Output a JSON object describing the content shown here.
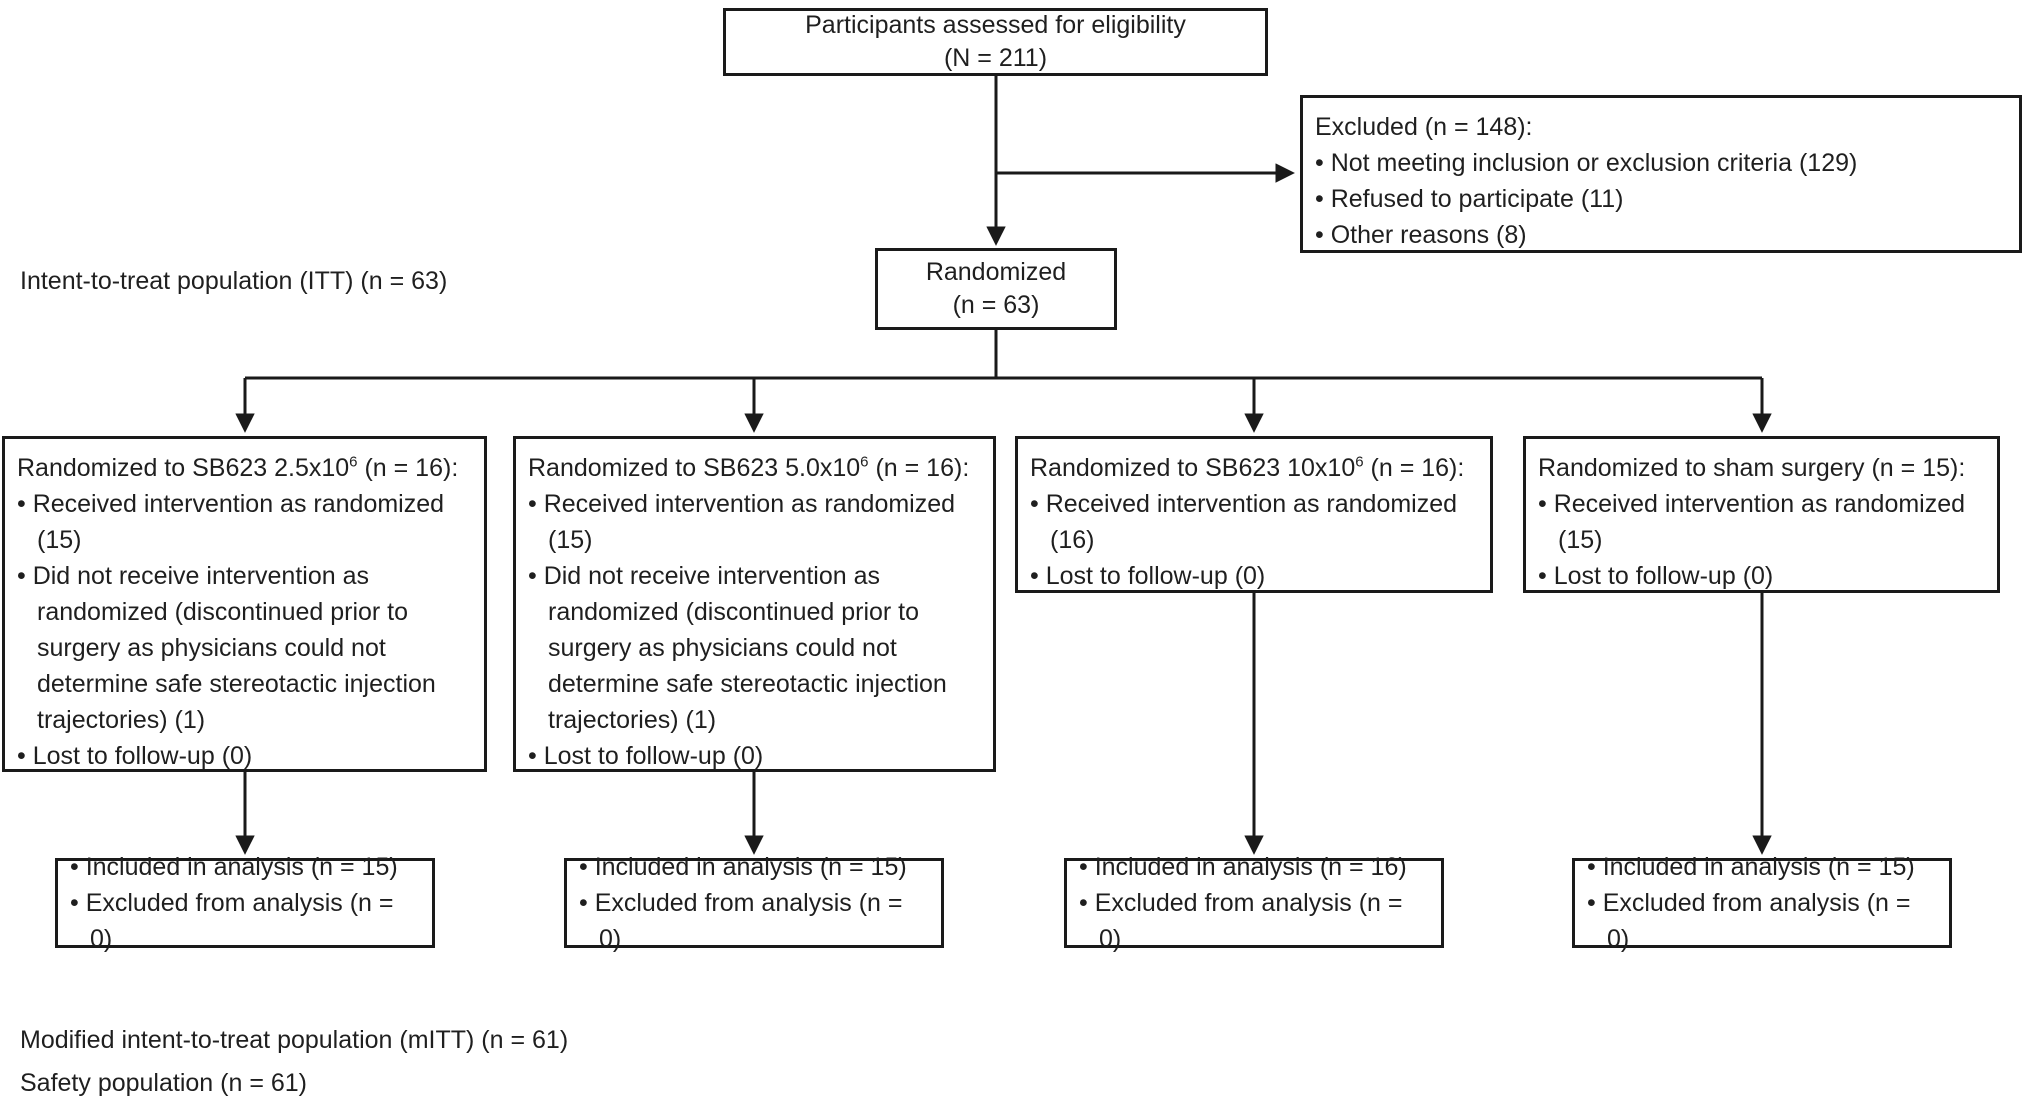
{
  "eligibility_box": {
    "line1": "Participants assessed for eligibility",
    "line2": "(N = 211)"
  },
  "excluded_box": {
    "title": "Excluded (n = 148):",
    "items": [
      "• Not meeting inclusion or exclusion criteria (129)",
      "• Refused to participate (11)",
      "• Other reasons (8)"
    ]
  },
  "itt_label": "Intent-to-treat population (ITT) (n = 63)",
  "randomized_box": {
    "line1": "Randomized",
    "line2": "(n = 63)"
  },
  "arms": [
    {
      "title_pre": "Randomized to SB623 2.5x10",
      "title_sup": "6",
      "title_post": " (n = 16):",
      "items": [
        "• Received intervention as randomized (15)",
        "• Did not receive intervention as randomized (discontinued prior to surgery as physicians could not determine safe stereotactic injection trajectories) (1)",
        "• Lost to follow-up (0)"
      ],
      "analysis": [
        "• Included in analysis (n = 15)",
        "• Excluded from analysis (n = 0)"
      ]
    },
    {
      "title_pre": "Randomized to SB623 5.0x10",
      "title_sup": "6",
      "title_post": " (n = 16):",
      "items": [
        "• Received intervention as randomized (15)",
        "• Did not receive intervention as randomized (discontinued prior to surgery as physicians could not determine safe stereotactic injection trajectories) (1)",
        "• Lost to follow-up (0)"
      ],
      "analysis": [
        "• Included in analysis (n = 15)",
        "• Excluded from analysis (n = 0)"
      ]
    },
    {
      "title_pre": "Randomized to SB623 10x10",
      "title_sup": "6",
      "title_post": " (n = 16):",
      "items": [
        "• Received intervention as randomized (16)",
        "• Lost to follow-up (0)"
      ],
      "analysis": [
        "• Included in analysis (n = 16)",
        "• Excluded from analysis (n = 0)"
      ]
    },
    {
      "title_pre": "Randomized to sham surgery (n = 15):",
      "title_sup": "",
      "title_post": "",
      "items": [
        "• Received intervention as randomized (15)",
        "• Lost to follow-up (0)"
      ],
      "analysis": [
        "• Included in analysis (n = 15)",
        "• Excluded from analysis (n = 0)"
      ]
    }
  ],
  "mitt_label": "Modified intent-to-treat population (mITT) (n = 61)",
  "safety_label": "Safety population (n = 61)",
  "colors": {
    "line": "#1a1a1a",
    "text": "#1f1f1f",
    "background": "#ffffff"
  }
}
